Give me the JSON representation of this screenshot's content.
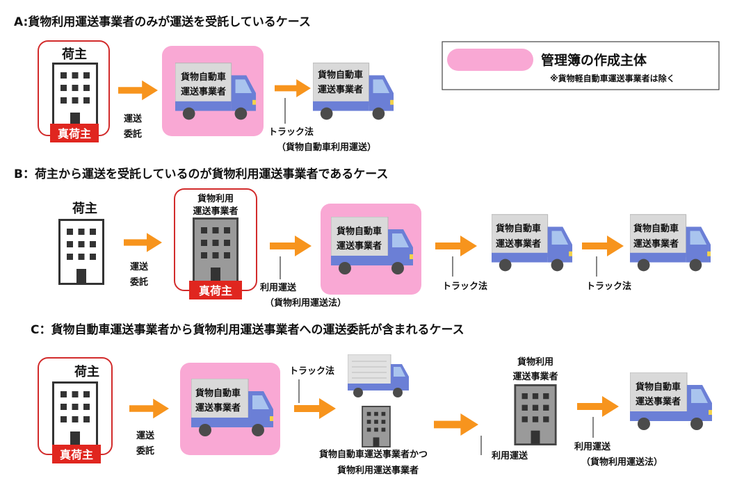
{
  "colors": {
    "highlight": "#f9a8d4",
    "arrow": "#f7941d",
    "truck_body": "#6b7fd6",
    "truck_cargo": "#d9d9d9",
    "badge": "#e0261f",
    "outline_red": "#d22b2b",
    "building_dark": "#ffffff",
    "building_gray": "#9a9a9a"
  },
  "icons": {
    "building": "office-building-icon",
    "truck": "delivery-truck-icon"
  },
  "legend": {
    "title": "管理簿の作成主体",
    "note": "※貨物軽自動車運送事業者は除く"
  },
  "section_a": {
    "heading": "A:貨物利用運送事業者のみが運送を受託しているケース",
    "shipper_label": "荷主",
    "true_shipper": "真荷主",
    "consign_line1": "運送",
    "consign_line2": "委託",
    "truck1_line1": "貨物自動車",
    "truck1_line2": "運送事業者",
    "truck2_line1": "貨物自動車",
    "truck2_line2": "運送事業者",
    "law_line1": "トラック法",
    "law_line2": "（貨物自動車利用運送）"
  },
  "section_b": {
    "heading": "B：荷主から運送を受託しているのが貨物利用運送事業者であるケース",
    "shipper_label": "荷主",
    "forwarder_line1": "貨物利用",
    "forwarder_line2": "運送事業者",
    "true_shipper": "真荷主",
    "consign_line1": "運送",
    "consign_line2": "委託",
    "truck1_line1": "貨物自動車",
    "truck1_line2": "運送事業者",
    "truck2_line1": "貨物自動車",
    "truck2_line2": "運送事業者",
    "truck3_line1": "貨物自動車",
    "truck3_line2": "運送事業者",
    "law1_line1": "利用運送",
    "law1_line2": "（貨物利用運送法）",
    "law2": "トラック法",
    "law3": "トラック法"
  },
  "section_c": {
    "heading": "C：貨物自動車運送事業者から貨物利用運送事業者への運送委託が含まれるケース",
    "shipper_label": "荷主",
    "true_shipper": "真荷主",
    "consign_line1": "運送",
    "consign_line2": "委託",
    "truck1_line1": "貨物自動車",
    "truck1_line2": "運送事業者",
    "law1": "トラック法",
    "dual_line1": "貨物自動車運送事業者かつ",
    "dual_line2": "貨物利用運送事業者",
    "forwarder_line1": "貨物利用",
    "forwarder_line2": "運送事業者",
    "law2": "利用運送",
    "truck2_line1": "貨物自動車",
    "truck2_line2": "運送事業者",
    "law3_line1": "利用運送",
    "law3_line2": "（貨物利用運送法）"
  }
}
